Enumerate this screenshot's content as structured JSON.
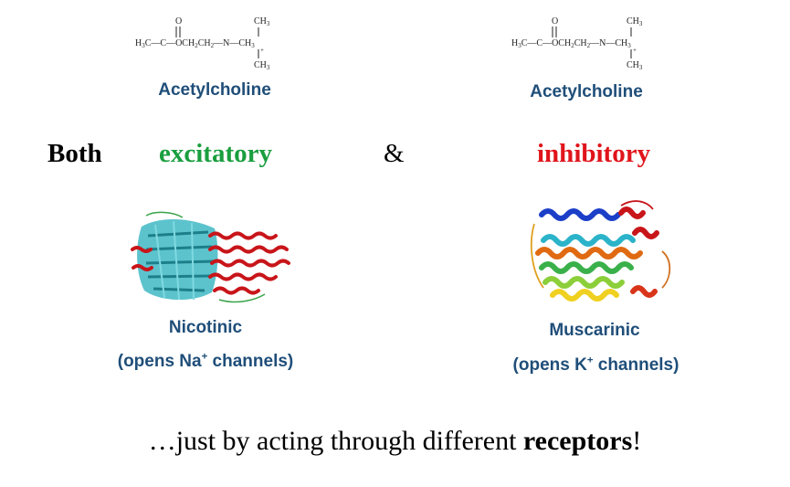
{
  "left": {
    "formula": {
      "o": "O",
      "ch3_top": "CH",
      "sub3": "3",
      "h3c": "H",
      "c_main": "C",
      "c_rest": "C—OCH",
      "sub2": "2",
      "ch2": "CH",
      "n": "N",
      "plus": "+",
      "ch3_right": "CH",
      "ch3_bottom": "CH"
    },
    "molecule_name": "Acetylcholine",
    "receptor_name": "Nicotinic",
    "channel_prefix": "(opens Na",
    "channel_sup": "+",
    "channel_suffix": " channels)"
  },
  "right": {
    "molecule_name": "Acetylcholine",
    "receptor_name": "Muscarinic",
    "channel_prefix": "(opens K",
    "channel_sup": "+",
    "channel_suffix": " channels)"
  },
  "headline": {
    "both": "Both",
    "excitatory": "excitatory",
    "ampersand": "&",
    "inhibitory": "inhibitory"
  },
  "footer": {
    "prefix": "…just by acting through different ",
    "bold": "receptors",
    "suffix": "!"
  },
  "colors": {
    "label_blue": "#1f4e79",
    "excitatory_green": "#1a9e3f",
    "inhibitory_red": "#e0141b",
    "text_black": "#000000"
  }
}
